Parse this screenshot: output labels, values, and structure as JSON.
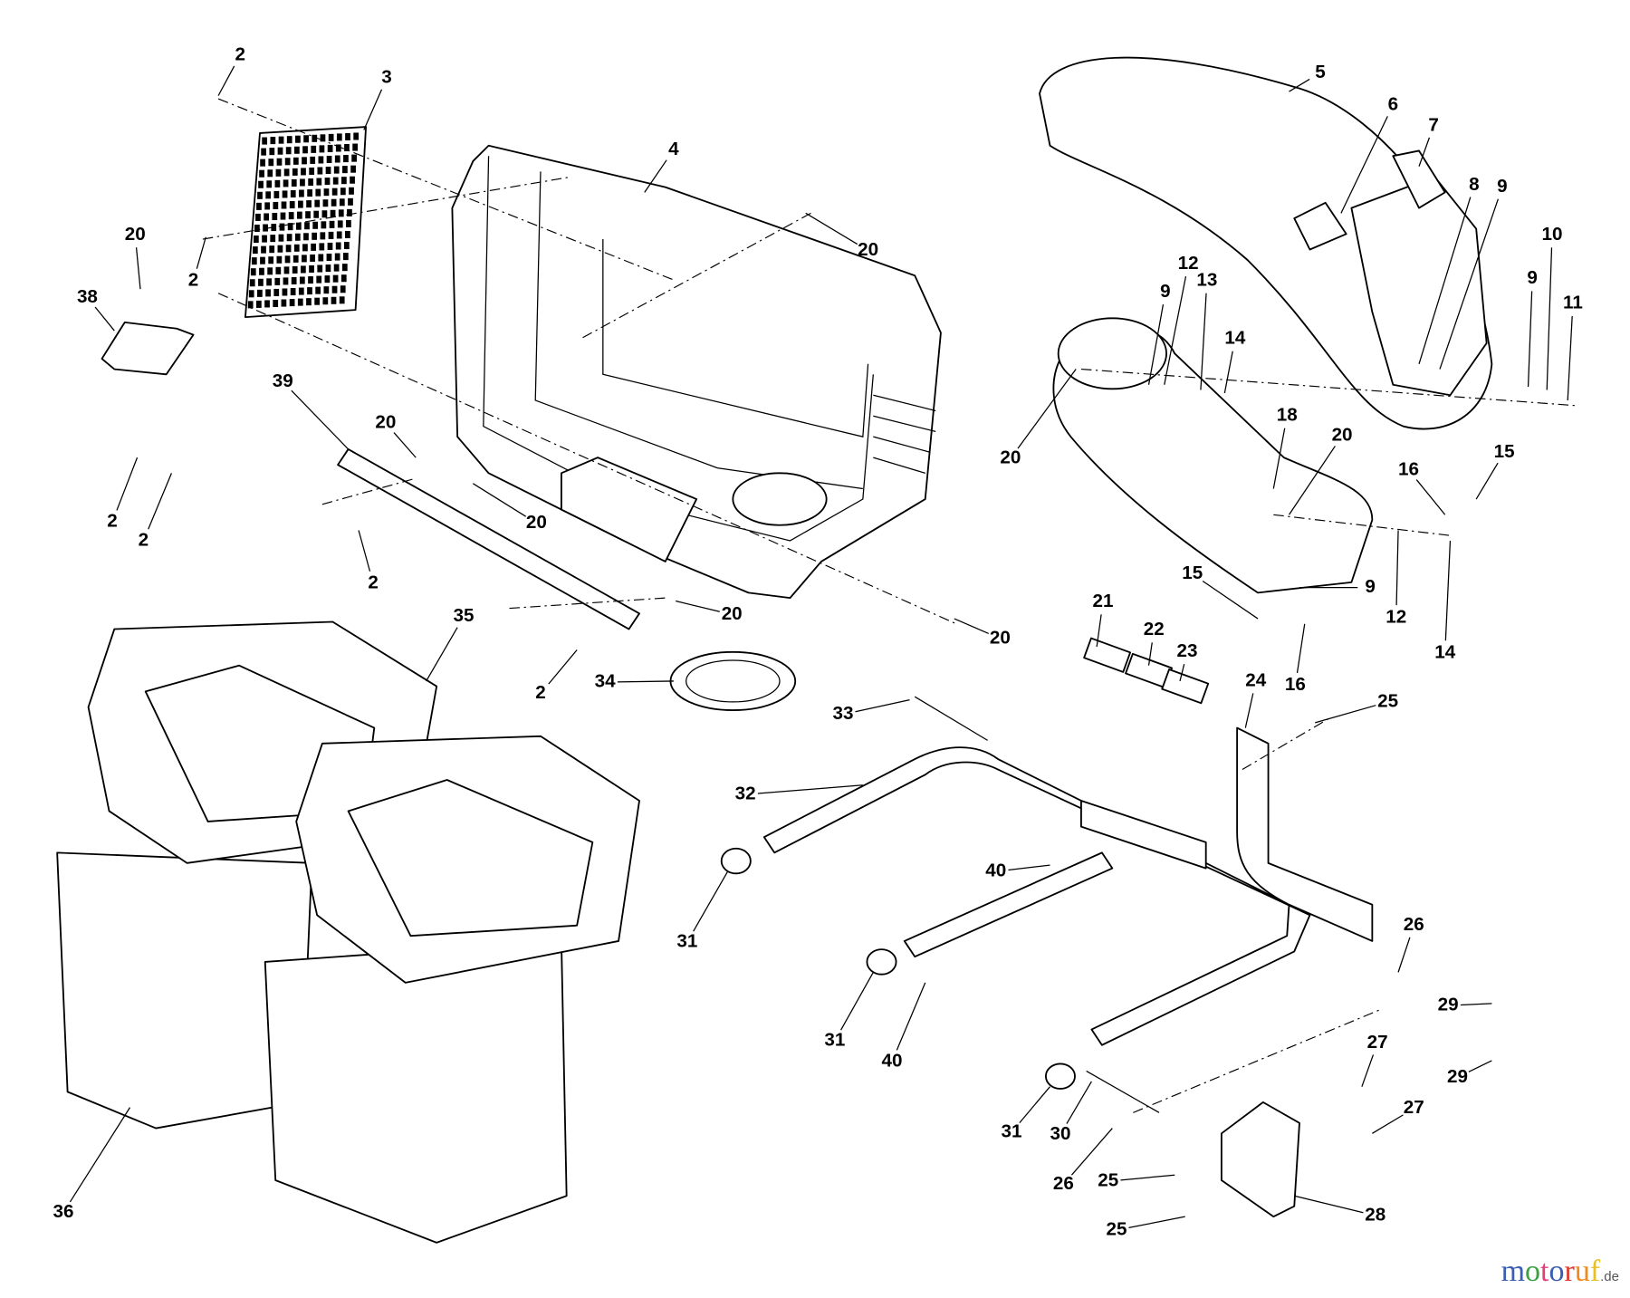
{
  "diagram": {
    "type": "exploded-parts-diagram",
    "callouts": [
      "2",
      "3",
      "4",
      "5",
      "6",
      "7",
      "8",
      "9",
      "20",
      "38",
      "2",
      "20",
      "12",
      "13",
      "9",
      "10",
      "11",
      "9",
      "14",
      "39",
      "20",
      "20",
      "18",
      "20",
      "15",
      "16",
      "2",
      "2",
      "20",
      "2",
      "9",
      "12",
      "15",
      "21",
      "22",
      "23",
      "16",
      "14",
      "35",
      "20",
      "20",
      "34",
      "2",
      "33",
      "24",
      "25",
      "32",
      "40",
      "31",
      "26",
      "29",
      "31",
      "40",
      "27",
      "29",
      "27",
      "31",
      "30",
      "26",
      "25",
      "28",
      "25",
      "36"
    ]
  },
  "watermark": {
    "letters": [
      "m",
      "o",
      "t",
      "o",
      "r",
      "u",
      "f"
    ],
    "colors": [
      "#3a5fb0",
      "#3aa040",
      "#e0407a",
      "#3a5fb0",
      "#e03a2a",
      "#f08a1a",
      "#e8c020"
    ],
    "suffix": ".de"
  }
}
